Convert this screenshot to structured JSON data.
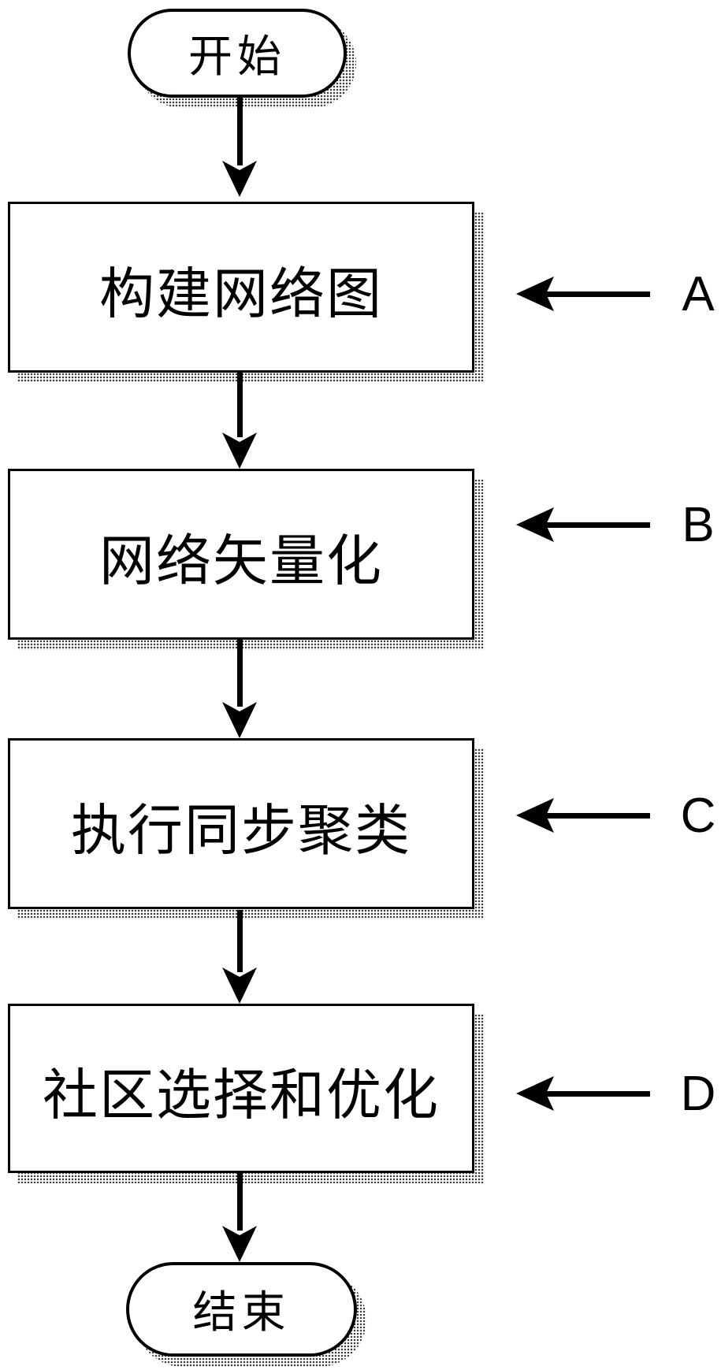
{
  "page": {
    "background": "#ffffff",
    "ink": "#000000"
  },
  "flowchart": {
    "nodes": [
      {
        "id": "start",
        "shape": "terminator",
        "label": "开始"
      },
      {
        "id": "build-network",
        "shape": "process",
        "label": "构建网络图"
      },
      {
        "id": "vectorize-network",
        "shape": "process",
        "label": "网络矢量化"
      },
      {
        "id": "sync-clustering",
        "shape": "process",
        "label": "执行同步聚类"
      },
      {
        "id": "community-optimize",
        "shape": "process",
        "label": "社区选择和优化"
      },
      {
        "id": "end",
        "shape": "terminator",
        "label": "结束"
      }
    ],
    "edges": [
      {
        "from": "start",
        "to": "build-network"
      },
      {
        "from": "build-network",
        "to": "vectorize-network"
      },
      {
        "from": "vectorize-network",
        "to": "sync-clustering"
      },
      {
        "from": "sync-clustering",
        "to": "community-optimize"
      },
      {
        "from": "community-optimize",
        "to": "end"
      }
    ],
    "step_labels": [
      {
        "letter": "A",
        "points_to": "build-network"
      },
      {
        "letter": "B",
        "points_to": "vectorize-network"
      },
      {
        "letter": "C",
        "points_to": "sync-clustering"
      },
      {
        "letter": "D",
        "points_to": "community-optimize"
      }
    ]
  }
}
